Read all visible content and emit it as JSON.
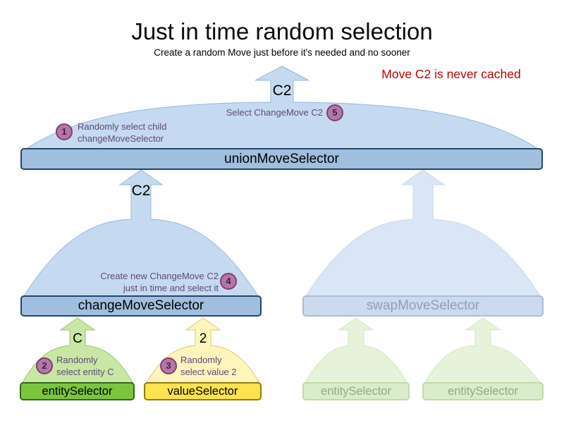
{
  "title": {
    "text": "Just in time random selection",
    "subtitle": "Create a random Move just before it's needed and no sooner"
  },
  "note": "Move C2 is never cached",
  "bars": {
    "union": {
      "label": "unionMoveSelector"
    },
    "change": {
      "label": "changeMoveSelector"
    },
    "swap": {
      "label": "swapMoveSelector"
    },
    "entity": {
      "label": "entitySelector"
    },
    "value": {
      "label": "valueSelector"
    },
    "entity_faded_left": {
      "label": "entitySelector"
    },
    "entity_faded_right": {
      "label": "entitySelector"
    }
  },
  "move_labels": {
    "union_output": "C2",
    "change_output": "C2",
    "entity_output": "C",
    "value_output": "2"
  },
  "steps": [
    {
      "num": "1",
      "line1": "Randomly select child",
      "line2": "changeMoveSelector"
    },
    {
      "num": "2",
      "line1": "Randomly",
      "line2": "select entity C"
    },
    {
      "num": "3",
      "line1": "Randomly",
      "line2": "select value 2"
    },
    {
      "num": "4",
      "line1": "Create new ChangeMove C2",
      "line2": "just in time and select it"
    },
    {
      "num": "5",
      "line1": "Select ChangeMove C2",
      "line2": ""
    }
  ],
  "colors": {
    "funnel-blue": "#c5daf1",
    "funnel-blue-border": "#93b9de",
    "funnel-blue-faded": "#dae6f5",
    "funnel-blue-faded-border": "#c9d8ec",
    "bar-blue": "#a0bede",
    "bar-blue-border": "#25456a",
    "bar-blue-faded": "#cddaed",
    "bar-blue-faded-border": "#a9bdd8",
    "text-faded-blue": "#8e9fba",
    "bar-green": "#7cc63e",
    "bar-green-border": "#2f6b12",
    "funnel-green": "#c8e7a4",
    "funnel-green-border": "#9ac66b",
    "bar-yellow": "#ffe24f",
    "bar-yellow-border": "#8f7c10",
    "funnel-yellow": "#fef5bd",
    "funnel-yellow-border": "#dcca6a",
    "bar-green-faded": "#daecca",
    "bar-green-faded-border": "#c0d9a9",
    "text-faded-green": "#94a982",
    "funnel-green-faded": "#e6f3da",
    "funnel-green-faded-border": "#d4e7c2",
    "badge-fill": "#b577a6",
    "badge-border": "#7d4173",
    "badge-text": "#3f1f4a",
    "purple-text": "#5f497a",
    "red-text": "#c00000"
  }
}
